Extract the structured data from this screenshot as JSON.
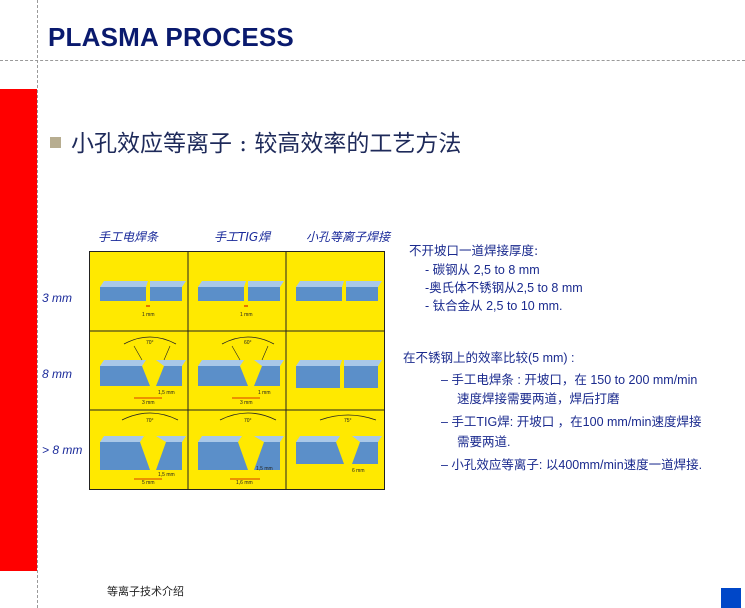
{
  "header": {
    "title": "PLASMA PROCESS"
  },
  "subtitle": "小孔效应等离子 : 较高效率的工艺方法",
  "figure": {
    "columns": [
      "手工电焊条",
      "手工TIG焊",
      "小孔等离子焊接"
    ],
    "rows": [
      "3 mm",
      "8 mm",
      "> 8 mm"
    ],
    "labels": {
      "r1": [
        "1 mm",
        "1 mm"
      ],
      "r2_angles": [
        "70°",
        "60°"
      ],
      "r2_dims": [
        "1,5 mm",
        "1 mm",
        "3 mm",
        "3 mm"
      ],
      "r3_angles": [
        "70°",
        "70°",
        "75°"
      ],
      "r3_dims": [
        "1,5 mm",
        "1,5 mm",
        "6 mm",
        "5 mm",
        "1,6 mm"
      ]
    }
  },
  "info": {
    "heading1": "不开坡口一道焊接厚度:",
    "list1": [
      "- 碳钢从 2,5 to 8 mm",
      "-奥氏体不锈钢从2,5 to 8 mm",
      "- 钛合金从 2,5 to 10 mm."
    ],
    "heading2": "在不锈钢上的效率比较(5 mm) :",
    "list2": [
      "– 手工电焊条 : 开坡口，在 150 to 200 mm/min",
      "速度焊接需要两道，焊后打磨",
      "– 手工TIG焊: 开坡口 ，在100 mm/min速度焊接",
      "需要两道.",
      "– 小孔效应等离子: 以400mm/min速度一道焊接."
    ]
  },
  "footer": {
    "text": "等离子技术介绍"
  },
  "colors": {
    "title": "#0a1a6e",
    "red_bar": "#ff0000",
    "figure_bg": "#ffe900",
    "plate": "#5b8fc9",
    "corner": "#0047c8"
  }
}
